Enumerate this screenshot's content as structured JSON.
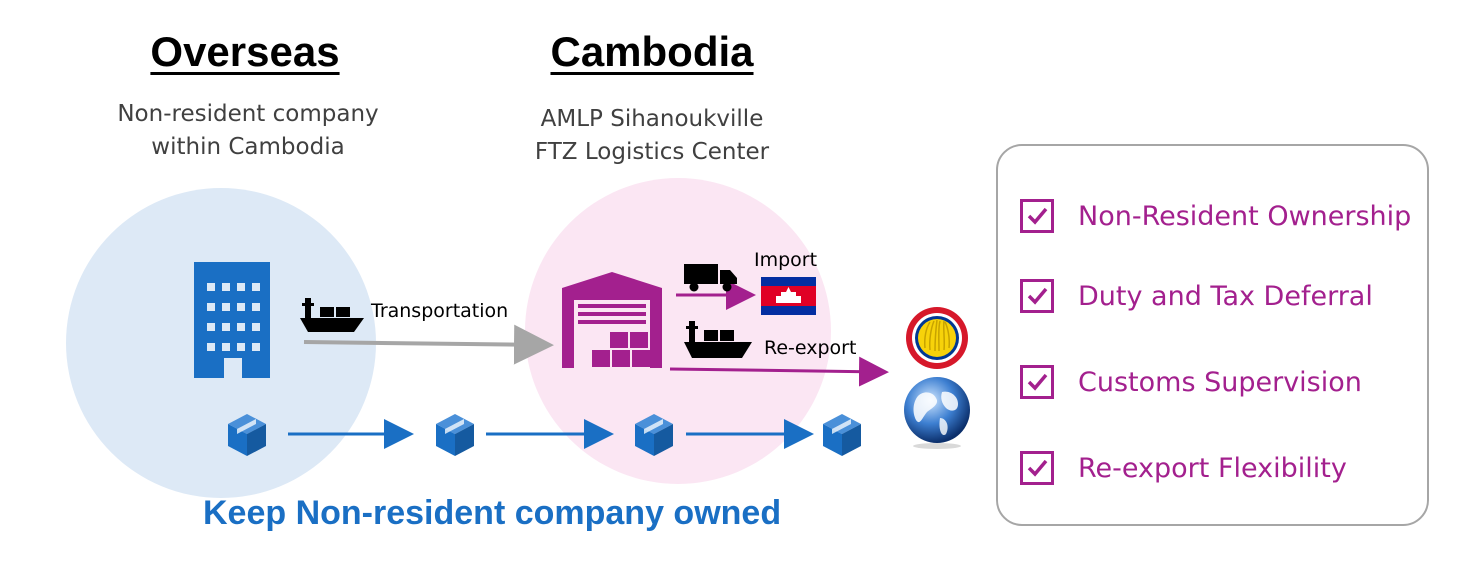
{
  "overseas": {
    "title": "Overseas",
    "desc_line1": "Non-resident company",
    "desc_line2": "within Cambodia"
  },
  "cambodia": {
    "title": "Cambodia",
    "desc_line1": "AMLP Sihanoukville",
    "desc_line2": "FTZ Logistics Center"
  },
  "flows": {
    "transportation": "Transportation",
    "import": "Import",
    "reexport": "Re-export"
  },
  "tagline": "Keep Non-resident company owned",
  "benefits": [
    {
      "label": "Non-Resident Ownership"
    },
    {
      "label": "Duty and Tax Deferral"
    },
    {
      "label": "Customs Supervision"
    },
    {
      "label": "Re-export Flexibility"
    }
  ],
  "colors": {
    "blue": "#1a6fc4",
    "magenta": "#a3208e",
    "overseas_circle": "#dde9f6",
    "cambodia_circle": "#fbe6f3",
    "gray_arrow": "#a6a6a6"
  },
  "icons": {
    "building": "building-icon",
    "ship": "ship-icon",
    "warehouse": "warehouse-icon",
    "truck": "truck-icon",
    "flag": "cambodia-flag-icon",
    "asean": "asean-emblem-icon",
    "globe": "globe-icon",
    "package": "package-icon",
    "check": "checkbox-icon"
  }
}
